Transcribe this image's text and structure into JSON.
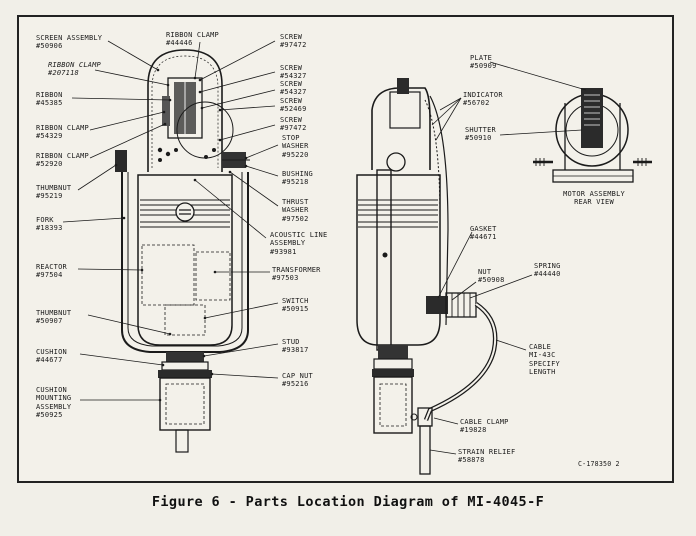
{
  "figure": {
    "caption": "Figure 6 - Parts Location Diagram of MI-4045-F",
    "drawing_number": "C-178350 2"
  },
  "callouts": {
    "screen_assembly": "SCREEN ASSEMBLY\n#50906",
    "ribbon_clamp_top_left": "RIBBON CLAMP\n#207118",
    "ribbon": "RIBBON\n#45385",
    "ribbon_clamp_54329": "RIBBON CLAMP\n#54329",
    "ribbon_clamp_52920": "RIBBON CLAMP\n#52920",
    "thumbnut_95219": "THUMBNUT\n#95219",
    "fork": "FORK\n#18393",
    "reactor": "REACTOR\n#97504",
    "thumbnut_50907": "THUMBNUT\n#50907",
    "cushion": "CUSHION\n#44677",
    "cushion_mounting": "CUSHION\nMOUNTING\nASSEMBLY\n#50925",
    "ribbon_clamp_top": "RIBBON CLAMP\n#44446",
    "screw_97472_top": "SCREW\n#97472",
    "screw_54327_a": "SCREW\n#54327",
    "screw_54327_b": "SCREW\n#54327",
    "screw_52469": "SCREW\n#52469",
    "screw_97472_b": "SCREW\n#97472",
    "stop_washer": "STOP\nWASHER\n#95220",
    "bushing": "BUSHING\n#95218",
    "thrust_washer": "THRUST\nWASHER\n#97502",
    "acoustic_line": "ACOUSTIC LINE\nASSEMBLY\n#93981",
    "transformer": "TRANSFORMER\n#97503",
    "switch": "SWITCH\n#50915",
    "stud": "STUD\n#93817",
    "cap_nut": "CAP NUT\n#95216",
    "indicator": "INDICATOR\n#56702",
    "gasket": "GASKET\n#44671",
    "nut": "NUT\n#50908",
    "spring": "SPRING\n#44440",
    "cable": "CABLE\nMI-43C\nSPECIFY\nLENGTH",
    "cable_clamp": "CABLE CLAMP\n#19828",
    "strain_relief": "STRAIN RELIEF\n#58878",
    "plate": "PLATE\n#50909",
    "shutter": "SHUTTER\n#50910",
    "motor_assembly": "MOTOR ASSEMBLY\nREAR VIEW"
  }
}
